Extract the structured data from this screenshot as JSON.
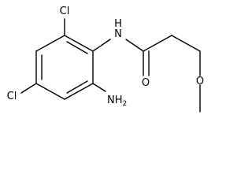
{
  "atoms": {
    "cl_top": "Cl",
    "cl_left": "Cl",
    "nh": "N",
    "nh_h": "H",
    "nh2": "NH",
    "nh2_sub": "2",
    "o_carbonyl": "O",
    "o_ether": "O"
  }
}
